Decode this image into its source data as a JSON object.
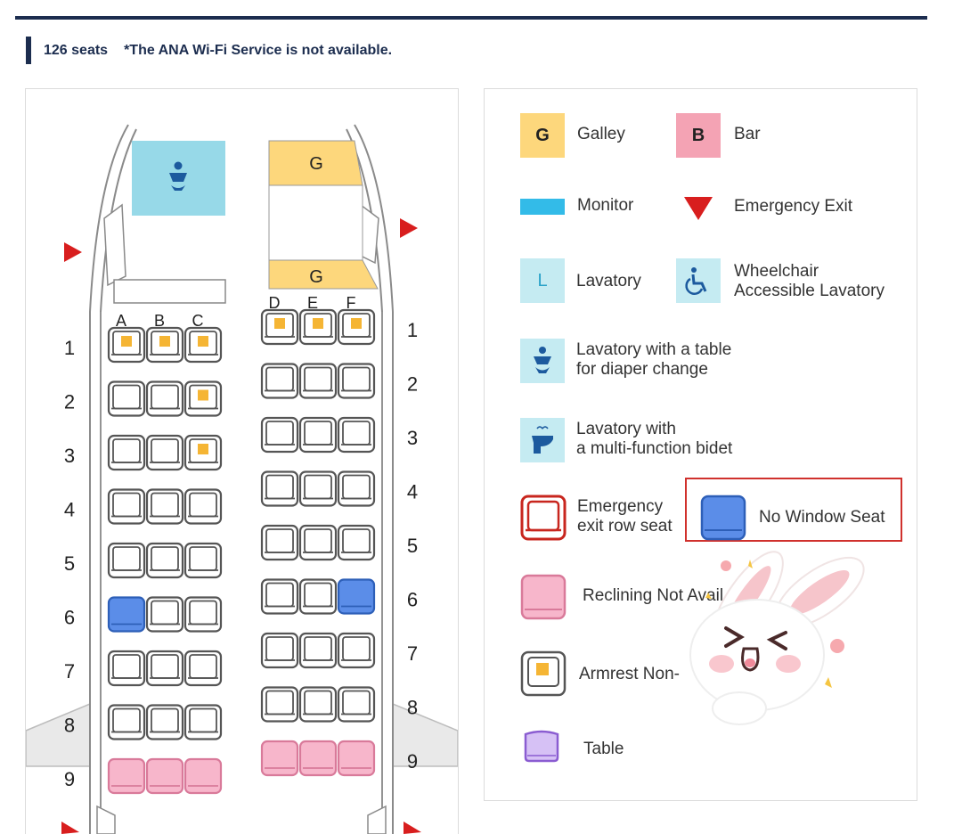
{
  "header": {
    "seat_count": "126 seats",
    "wifi_note": "*The ANA Wi-Fi Service is not available."
  },
  "map": {
    "left_columns": [
      "A",
      "B",
      "C"
    ],
    "right_columns": [
      "D",
      "E",
      "F"
    ],
    "galley_label": "G",
    "rows": [
      "1",
      "2",
      "3",
      "4",
      "5",
      "6",
      "7",
      "8",
      "9"
    ]
  },
  "legend": {
    "galley": {
      "symbol": "G",
      "label": "Galley"
    },
    "bar": {
      "symbol": "B",
      "label": "Bar"
    },
    "monitor": {
      "label": "Monitor"
    },
    "emergency_exit": {
      "label": "Emergency Exit"
    },
    "lavatory": {
      "symbol": "L",
      "label": "Lavatory"
    },
    "wheelchair": {
      "line1": "Wheelchair",
      "line2": "Accessible Lavatory"
    },
    "diaper": {
      "line1": "Lavatory with a table",
      "line2": "for diaper change"
    },
    "bidet": {
      "line1": "Lavatory with",
      "line2": "a multi-function bidet"
    },
    "exit_row": {
      "line1": "Emergency",
      "line2": "exit row seat"
    },
    "no_window": {
      "label": "No Window Seat"
    },
    "reclining": {
      "label": "Reclining Not Avail"
    },
    "armrest": {
      "label": "Armrest Non-"
    },
    "table": {
      "label": "Table"
    }
  },
  "colors": {
    "navy": "#1c2d4f",
    "galley": "#fdd77c",
    "bar": "#f4a3b4",
    "monitor": "#33bbe8",
    "exit": "#d81e1e",
    "lavatory": "#c5ebf2",
    "seat_blue": "#5b8de8",
    "seat_pink": "#f7b6cb",
    "armrest": "#f5b534",
    "table": "#a67de0"
  }
}
